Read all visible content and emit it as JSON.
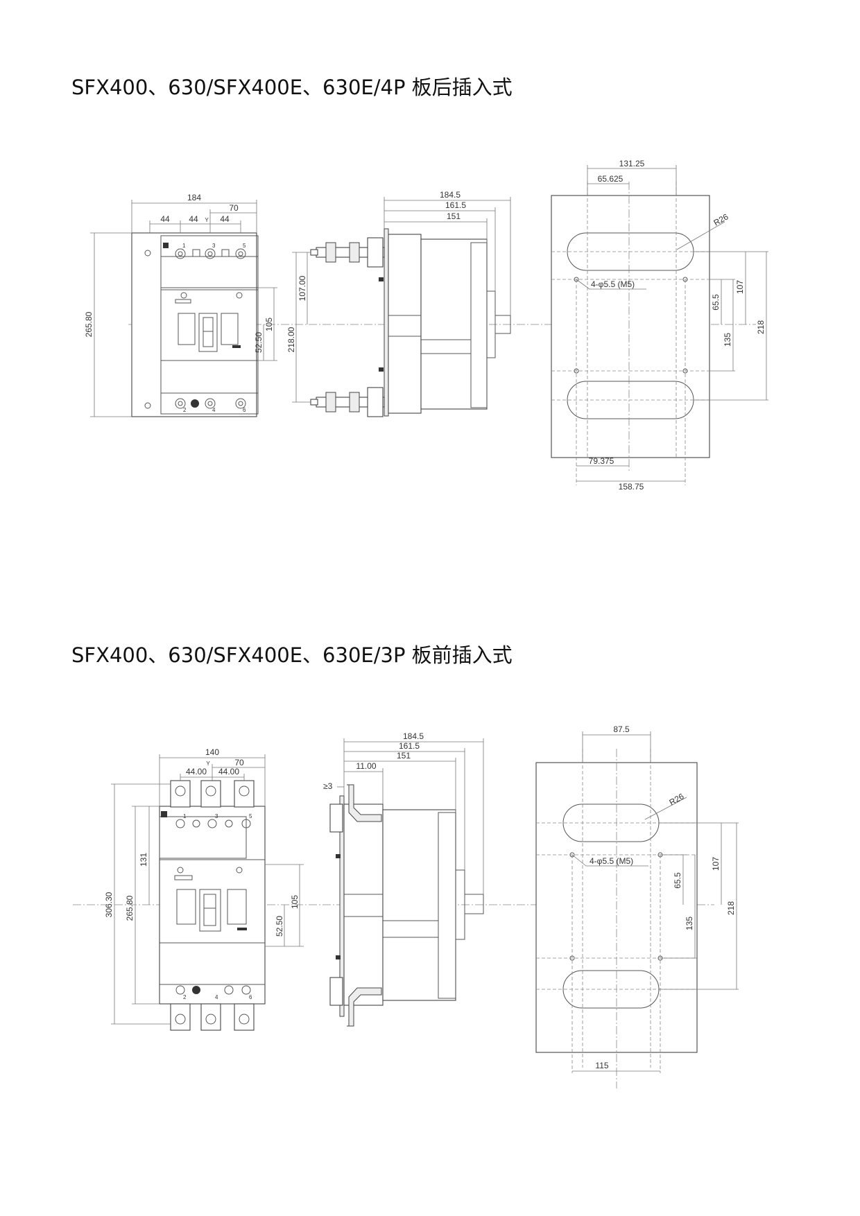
{
  "headings": {
    "rear": "SFX400、630/SFX400E、630E/4P 板后插入式",
    "front": "SFX400、630/SFX400E、630E/3P 板前插入式"
  },
  "rear_4p": {
    "front_view": {
      "width": "184",
      "pitch_1": "44",
      "pitch_2": "44",
      "pitch_3": "44",
      "center_offset": "70",
      "axis_mark": "Y",
      "height": "265.80",
      "handle_offset": "52.50",
      "handle_zone": "105",
      "terminal_top": [
        "1",
        "3",
        "5"
      ],
      "terminal_bottom": [
        "2",
        "4",
        "6"
      ]
    },
    "side_view": {
      "depth_total": "184.5",
      "depth_mid": "161.5",
      "depth_body": "151",
      "stud_half": "107.00",
      "stud_span": "218.00"
    },
    "panel_cutout": {
      "slot_pitch": "131.25",
      "half_slot_pitch": "65.625",
      "slot_radius": "R26",
      "holes": "4-φ5.5 (M5)",
      "hole_pitch_x": "158.75",
      "hole_offset_x": "79.375",
      "hole_half_y": "65.5",
      "slot_half": "107",
      "hole_pitch_y": "135",
      "slot_span": "218"
    }
  },
  "front_3p": {
    "front_view": {
      "width": "140",
      "center_offset": "70",
      "axis_mark": "Y",
      "pitch_1": "44.00",
      "pitch_2": "44.00",
      "upper_height": "131",
      "overall_height": "306.30",
      "body_height": "265.80",
      "handle_zone": "105",
      "handle_offset": "52.50",
      "terminal_top": [
        "1",
        "3",
        "5"
      ],
      "terminal_bottom": [
        "2",
        "4",
        "6"
      ]
    },
    "side_view": {
      "depth_total": "184.5",
      "depth_mid": "161.5",
      "depth_body": "151",
      "busbar_offset": "11.00",
      "plate_thickness": "≥3"
    },
    "panel_cutout": {
      "slot_pitch": "87.5",
      "slot_radius": "R26",
      "holes": "4-φ5.5 (M5)",
      "slot_half": "107",
      "hole_half_y": "65.5",
      "slot_span": "218",
      "hole_pitch_y": "135",
      "hole_pitch_x": "115"
    }
  }
}
